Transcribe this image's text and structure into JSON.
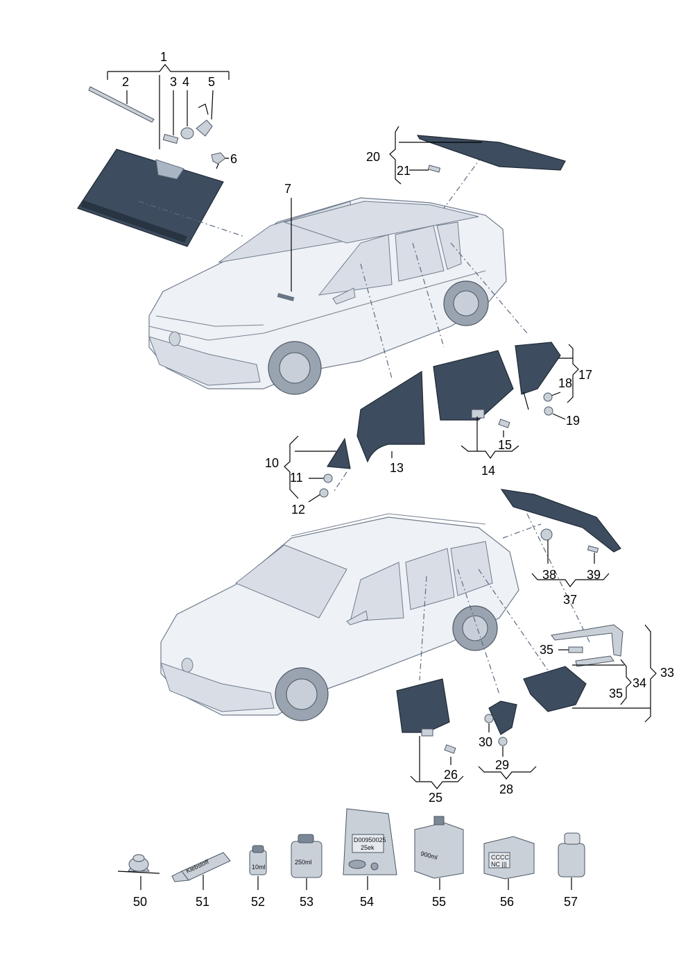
{
  "labels": {
    "p1": "1",
    "p2": "2",
    "p3": "3",
    "p4": "4",
    "p5": "5",
    "p6": "6",
    "p7": "7",
    "p10": "10",
    "p11": "11",
    "p12": "12",
    "p13": "13",
    "p14": "14",
    "p15": "15",
    "p17": "17",
    "p18": "18",
    "p19": "19",
    "p20": "20",
    "p21": "21",
    "p25": "25",
    "p26": "26",
    "p28": "28",
    "p29": "29",
    "p30": "30",
    "p33": "33",
    "p34": "34",
    "p35a": "35",
    "p35b": "35",
    "p37": "37",
    "p38": "38",
    "p39": "39",
    "p50": "50",
    "p51": "51",
    "p52": "52",
    "p53": "53",
    "p54": "54",
    "p55": "55",
    "p56": "56",
    "p57": "57"
  },
  "container_text": {
    "tube": "Klebstoff",
    "bottle_52": "10ml",
    "can_53": "250ml",
    "bag_54_line1": "D00950025",
    "bag_54_line2": "25ek",
    "box_55": "900ml",
    "box_56_line1": "CCCC",
    "box_56_line2": "NC  |||"
  },
  "colors": {
    "glass": "#3d4c5e",
    "car_body": "#eef1f5",
    "line": "#000000"
  }
}
